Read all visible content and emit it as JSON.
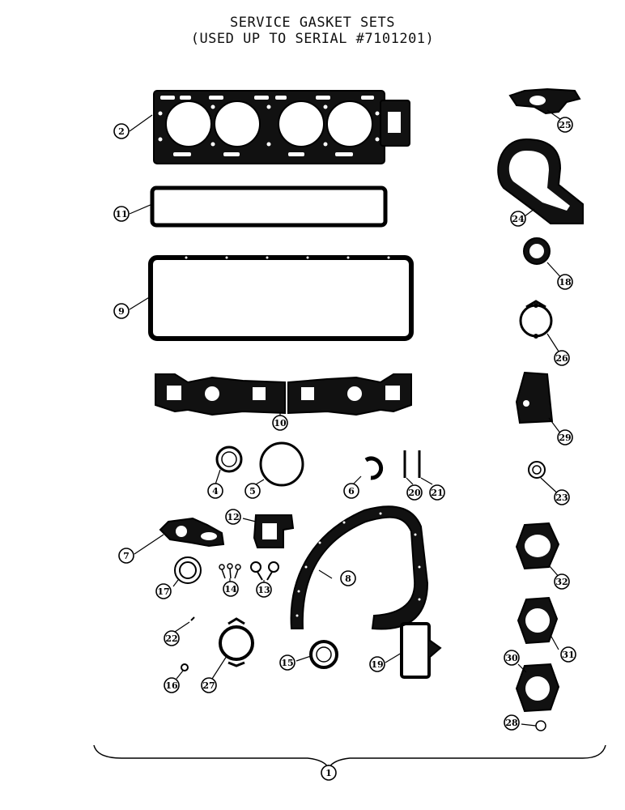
{
  "title": {
    "line1": "SERVICE GASKET SETS",
    "line2": "(USED UP TO SERIAL #7101201)"
  },
  "callouts": [
    "1",
    "2",
    "4",
    "5",
    "6",
    "7",
    "8",
    "9",
    "10",
    "11",
    "12",
    "13",
    "14",
    "15",
    "16",
    "17",
    "18",
    "19",
    "20",
    "21",
    "22",
    "23",
    "24",
    "25",
    "26",
    "27",
    "28",
    "29",
    "30",
    "31",
    "32"
  ]
}
